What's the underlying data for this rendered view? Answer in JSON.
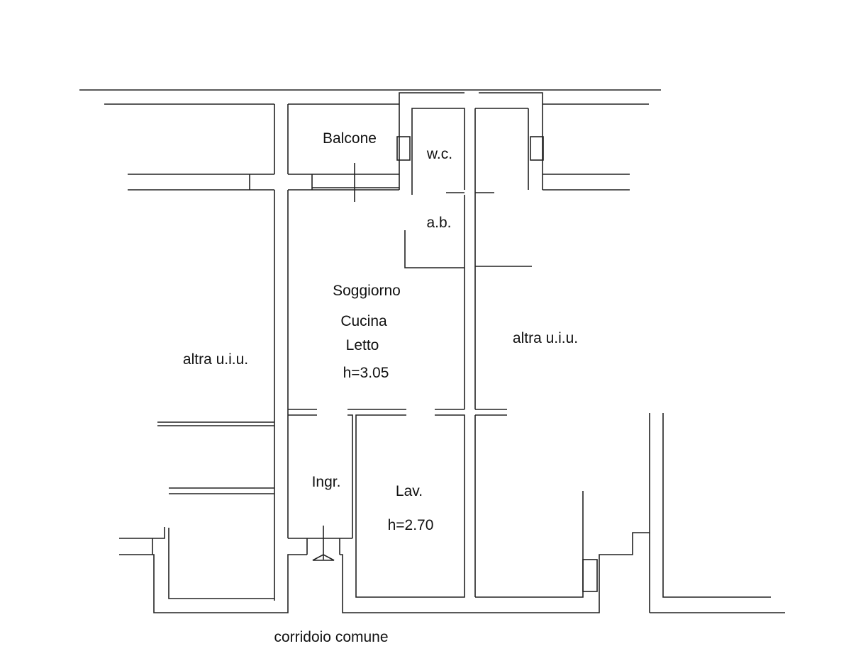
{
  "plan": {
    "rooms": {
      "balcone": "Balcone",
      "wc": "w.c.",
      "ab": "a.b.",
      "soggiorno": "Soggiorno",
      "cucina": "Cucina",
      "letto": "Letto",
      "h_main": "h=3.05",
      "ingr": "Ingr.",
      "lav": "Lav.",
      "h_lav": "h=2.70",
      "altra_left": "altra u.i.u.",
      "altra_right": "altra u.i.u.",
      "corridoio": "corridoio comune"
    }
  }
}
